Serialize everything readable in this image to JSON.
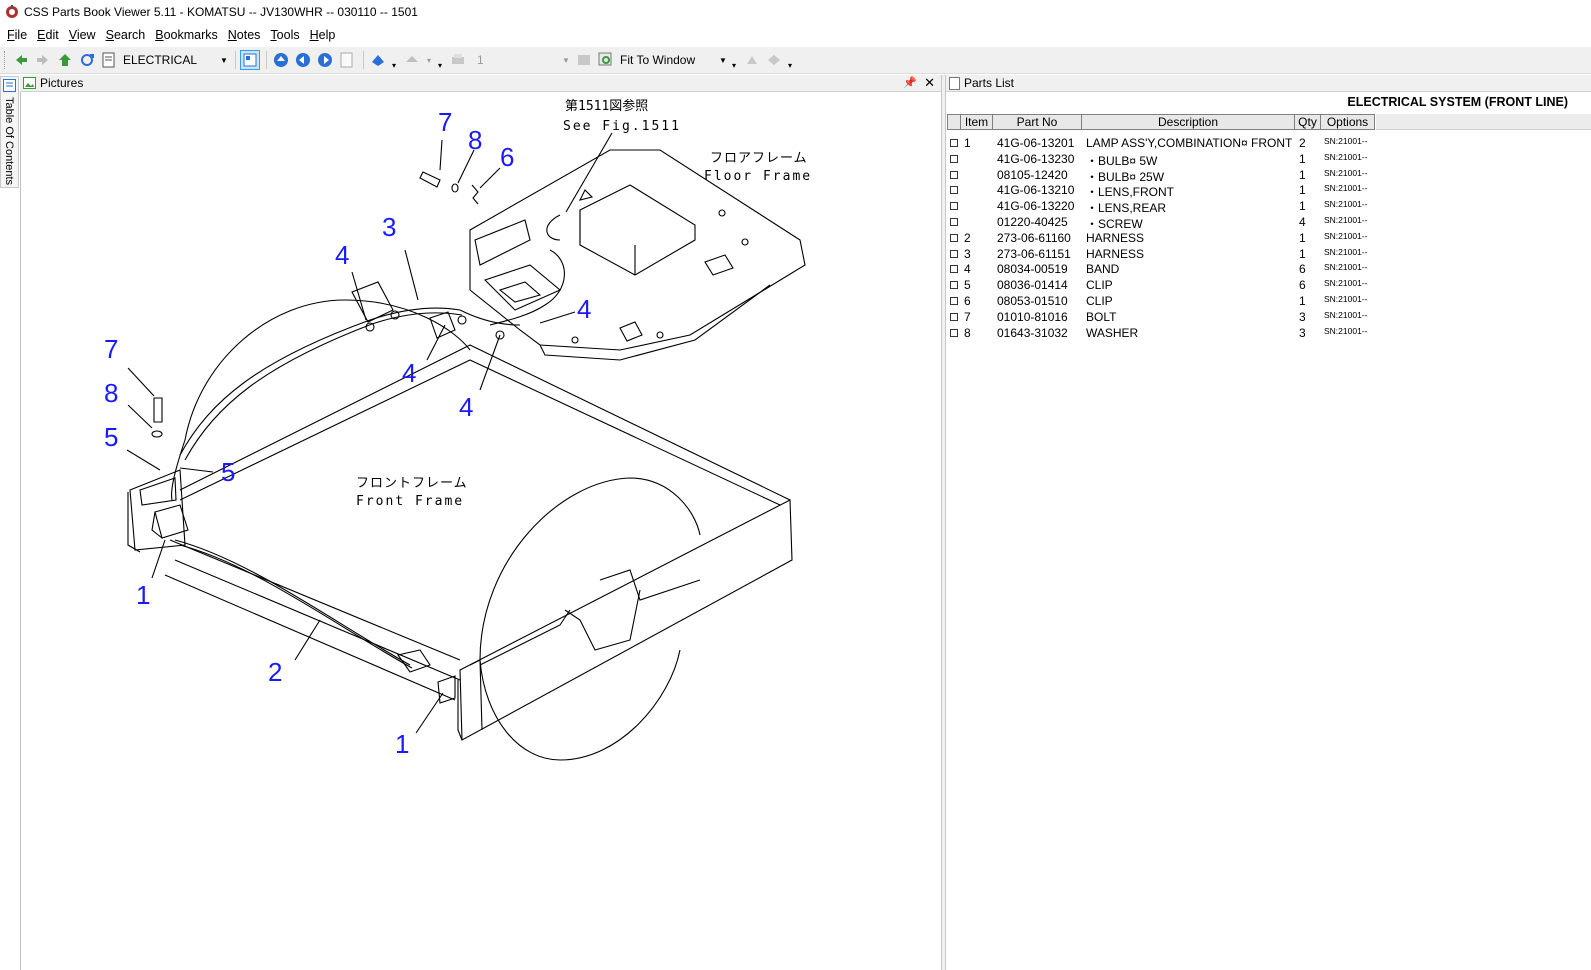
{
  "window": {
    "title": "CSS Parts Book Viewer 5.11 - KOMATSU -- JV130WHR -- 030110 -- 1501"
  },
  "menu": [
    "File",
    "Edit",
    "View",
    "Search",
    "Bookmarks",
    "Notes",
    "Tools",
    "Help"
  ],
  "toolbar": {
    "book_combo": "ELECTRICAL",
    "page_field": "1",
    "zoom_combo": "Fit To Window"
  },
  "sidetab": {
    "label": "Table Of Contents"
  },
  "pictures": {
    "panel_title": "Pictures",
    "callout_ref_jp": "第1511図参照",
    "callout_ref_en": "See Fig.1511",
    "floor_frame_jp": "フロアフレーム",
    "floor_frame_en": "Floor Frame",
    "front_frame_jp": "フロントフレーム",
    "front_frame_en": "Front Frame",
    "callouts": [
      "7",
      "8",
      "6",
      "3",
      "4",
      "4",
      "4",
      "4",
      "7",
      "8",
      "5",
      "5",
      "1",
      "2",
      "1"
    ],
    "callout_color": "#1a1aff"
  },
  "parts": {
    "panel_title": "Parts List",
    "section_title": "ELECTRICAL SYSTEM (FRONT LINE)",
    "columns": [
      "Item",
      "Part No",
      "Description",
      "Qty",
      "Options"
    ],
    "rows": [
      {
        "item": "1",
        "part_no": "41G-06-13201",
        "desc": "LAMP ASS'Y,COMBINATION¤ FRONT",
        "qty": "2",
        "opt": "SN:21001--"
      },
      {
        "item": "",
        "part_no": "41G-06-13230",
        "desc": "・BULB¤ 5W",
        "qty": "1",
        "opt": "SN:21001--"
      },
      {
        "item": "",
        "part_no": "08105-12420",
        "desc": "・BULB¤ 25W",
        "qty": "1",
        "opt": "SN:21001--"
      },
      {
        "item": "",
        "part_no": "41G-06-13210",
        "desc": "・LENS,FRONT",
        "qty": "1",
        "opt": "SN:21001--"
      },
      {
        "item": "",
        "part_no": "41G-06-13220",
        "desc": "・LENS,REAR",
        "qty": "1",
        "opt": "SN:21001--"
      },
      {
        "item": "",
        "part_no": "01220-40425",
        "desc": "・SCREW",
        "qty": "4",
        "opt": "SN:21001--"
      },
      {
        "item": "2",
        "part_no": "273-06-61160",
        "desc": "HARNESS",
        "qty": "1",
        "opt": "SN:21001--"
      },
      {
        "item": "3",
        "part_no": "273-06-61151",
        "desc": "HARNESS",
        "qty": "1",
        "opt": "SN:21001--"
      },
      {
        "item": "4",
        "part_no": "08034-00519",
        "desc": "BAND",
        "qty": "6",
        "opt": "SN:21001--"
      },
      {
        "item": "5",
        "part_no": "08036-01414",
        "desc": "CLIP",
        "qty": "6",
        "opt": "SN:21001--"
      },
      {
        "item": "6",
        "part_no": "08053-01510",
        "desc": "CLIP",
        "qty": "1",
        "opt": "SN:21001--"
      },
      {
        "item": "7",
        "part_no": "01010-81016",
        "desc": "BOLT",
        "qty": "3",
        "opt": "SN:21001--"
      },
      {
        "item": "8",
        "part_no": "01643-31032",
        "desc": "WASHER",
        "qty": "3",
        "opt": "SN:21001--"
      }
    ]
  }
}
